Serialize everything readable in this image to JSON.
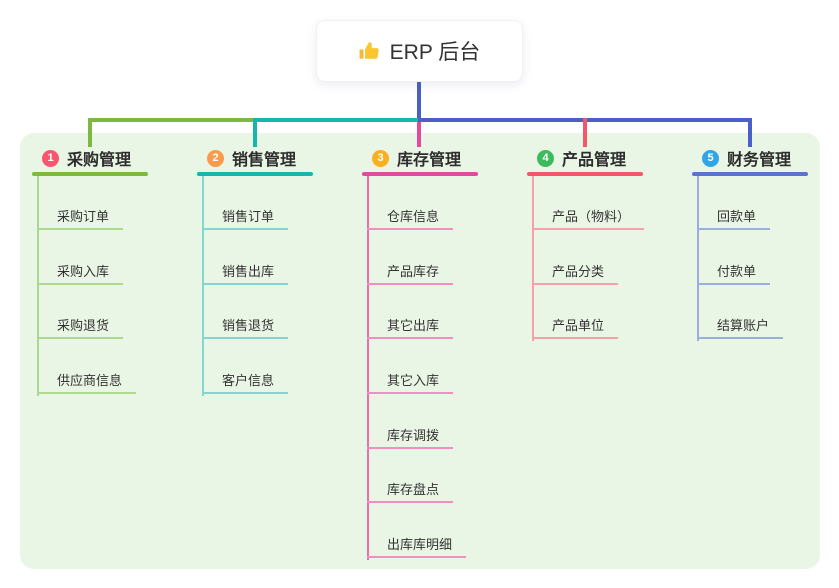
{
  "root": {
    "label": "ERP 后台",
    "icon": "thumbs-up-icon"
  },
  "branches": [
    {
      "num": "1",
      "label": "采购管理",
      "children": [
        "采购订单",
        "采购入库",
        "采购退货",
        "供应商信息"
      ]
    },
    {
      "num": "2",
      "label": "销售管理",
      "children": [
        "销售订单",
        "销售出库",
        "销售退货",
        "客户信息"
      ]
    },
    {
      "num": "3",
      "label": "库存管理",
      "children": [
        "仓库信息",
        "产品库存",
        "其它出库",
        "其它入库",
        "库存调拨",
        "库存盘点",
        "出库库明细"
      ]
    },
    {
      "num": "4",
      "label": "产品管理",
      "children": [
        "产品（物料）",
        "产品分类",
        "产品单位"
      ]
    },
    {
      "num": "5",
      "label": "财务管理",
      "children": [
        "回款单",
        "付款单",
        "结算账户"
      ]
    }
  ],
  "colors": {
    "panel_bg": "#eaf6e5",
    "root_connector_blue": "#4b5fc8",
    "branch1_green": "#7cb93e",
    "branch2_teal": "#17b6ac",
    "branch3_magenta": "#e04a9f",
    "branch4_red": "#f5566b",
    "branch5_blue": "#5b73cf",
    "badge1": "#f8566f",
    "badge2": "#fa9a4b",
    "badge3": "#fbb01f",
    "badge4": "#3cba5d",
    "badge5": "#32a5e7"
  }
}
